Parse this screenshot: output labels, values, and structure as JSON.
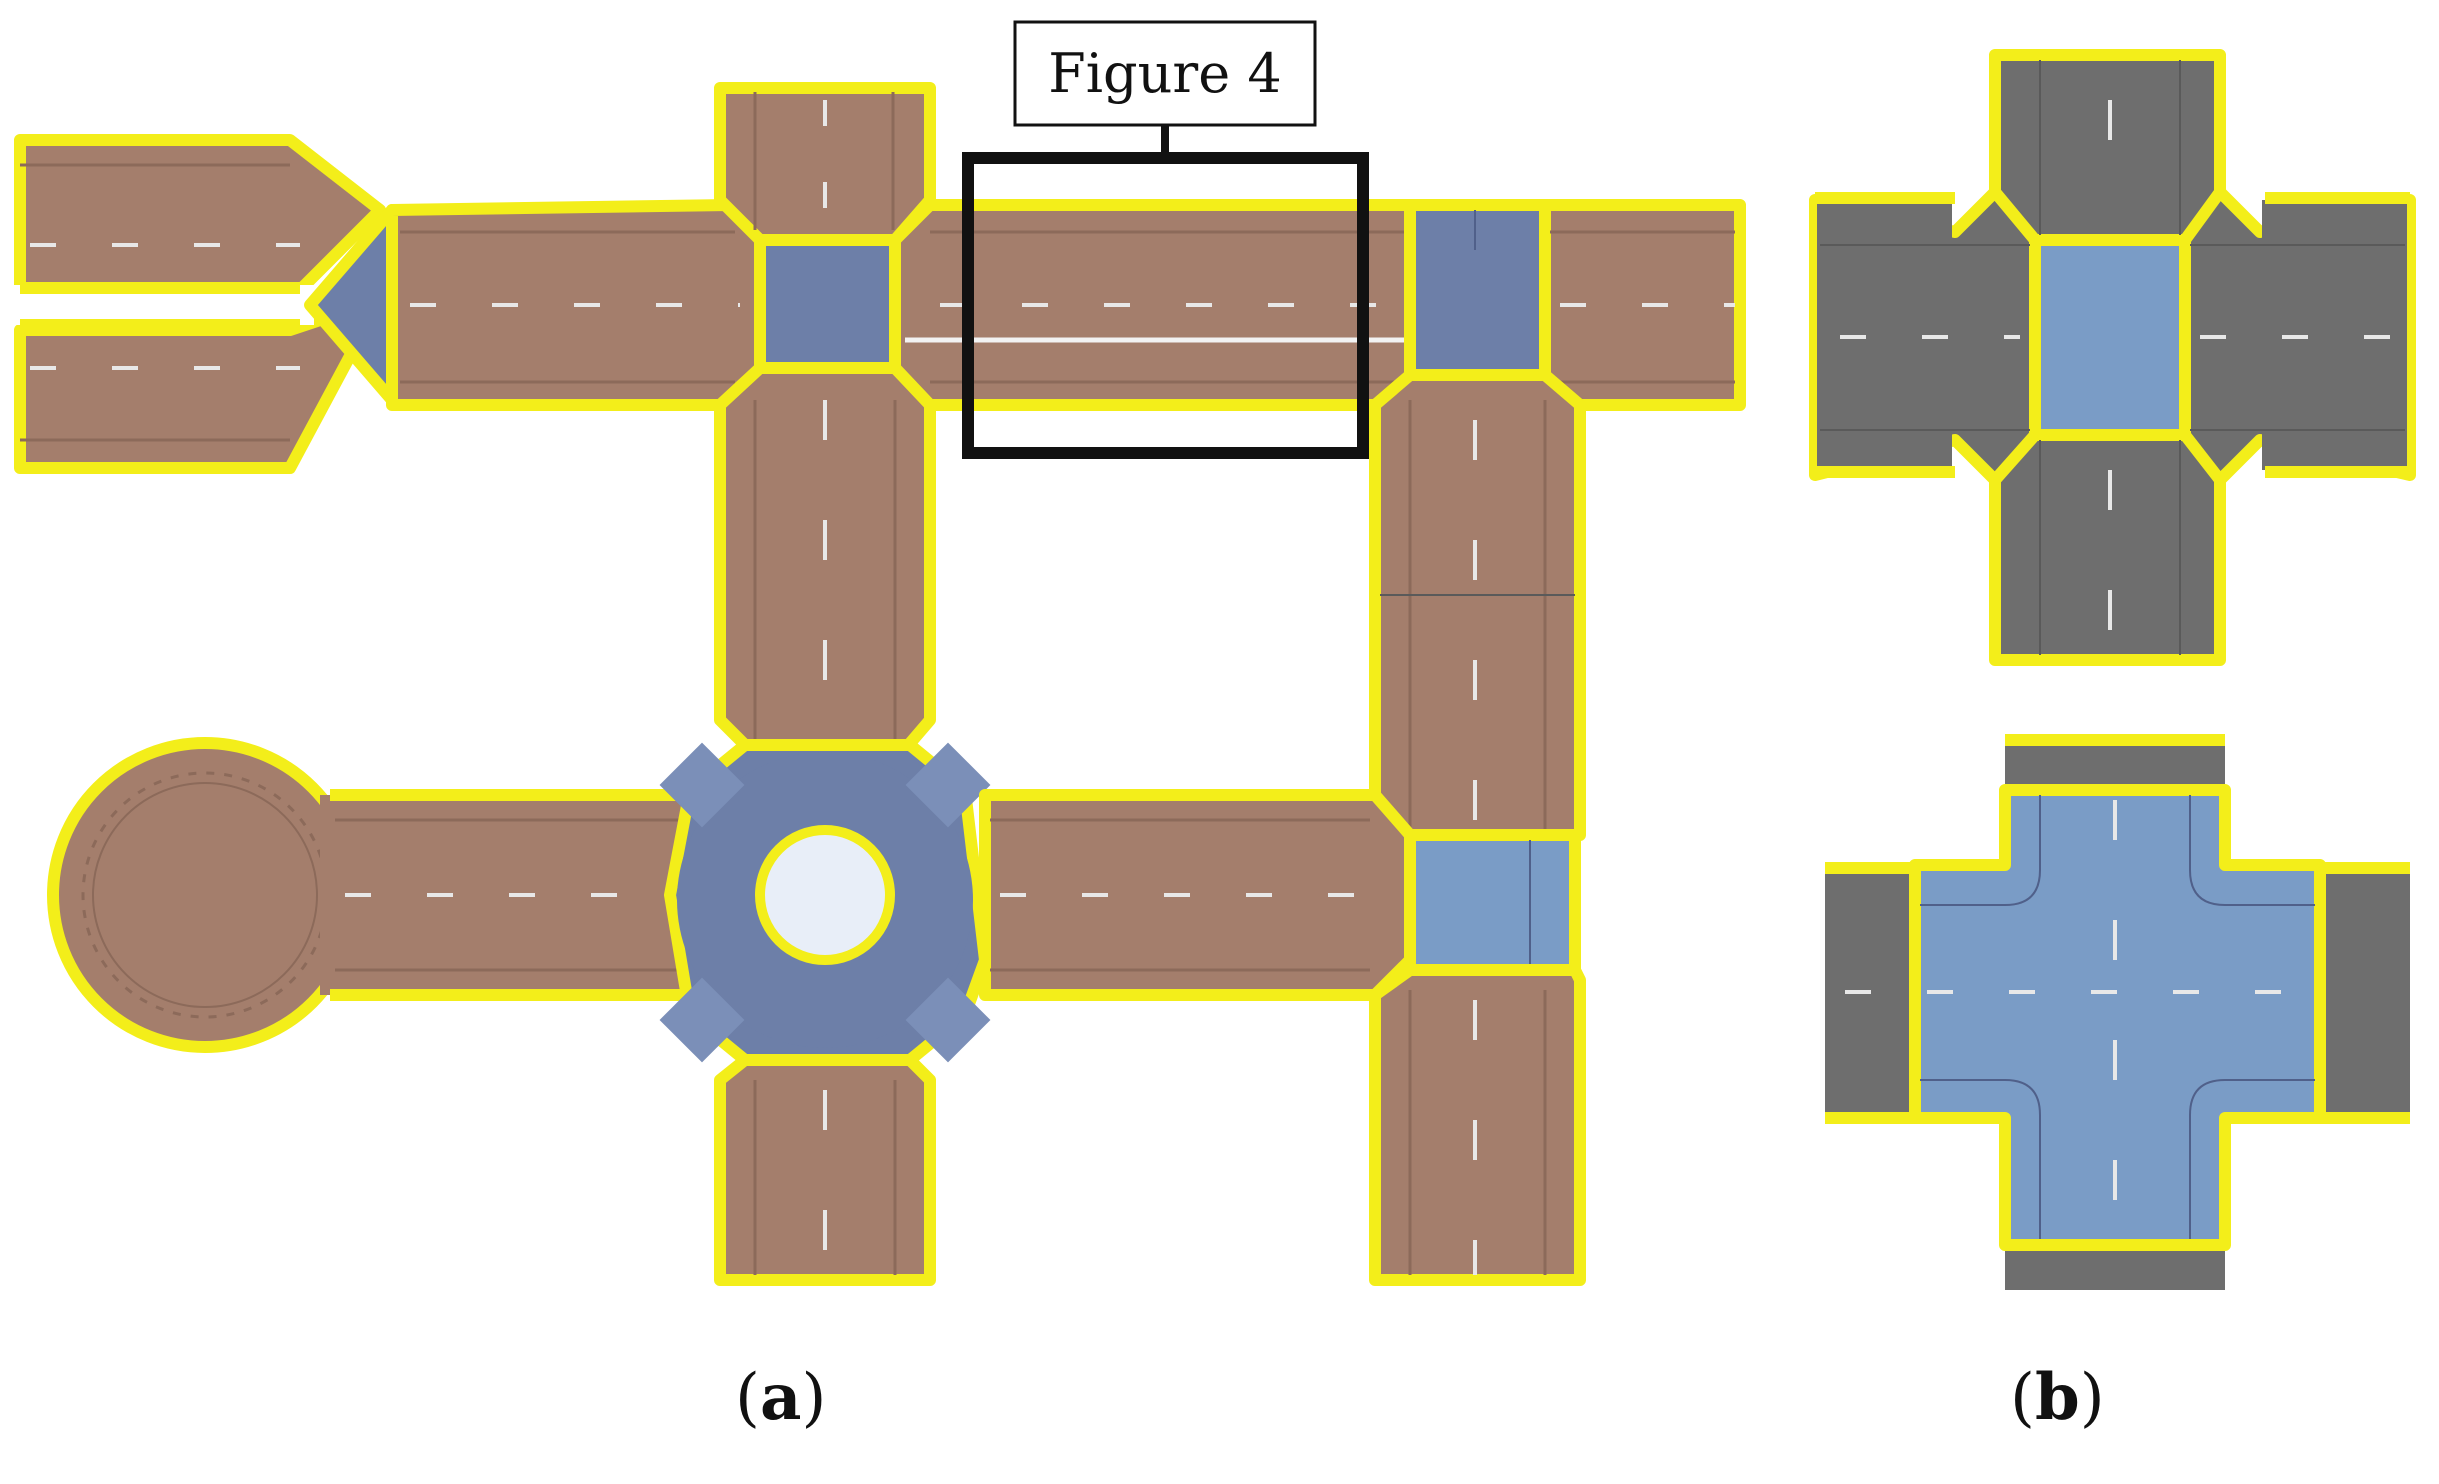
{
  "figure": {
    "callout_label": "Figure 4",
    "panel_a": {
      "open": "(",
      "letter": "a",
      "close": ")"
    },
    "panel_b": {
      "open": "(",
      "letter": "b",
      "close": ")"
    }
  },
  "colors": {
    "road_brown": "#a47e6c",
    "road_brown_edge": "#8c6a5a",
    "junction_blue": "#6d7fa8",
    "junction_blue_light": "#7a9cc6",
    "road_gray": "#6e6e6e",
    "outline_yellow": "#f3ee1a",
    "lane_mark": "#e8e8e8",
    "callout_box": "#111111"
  }
}
